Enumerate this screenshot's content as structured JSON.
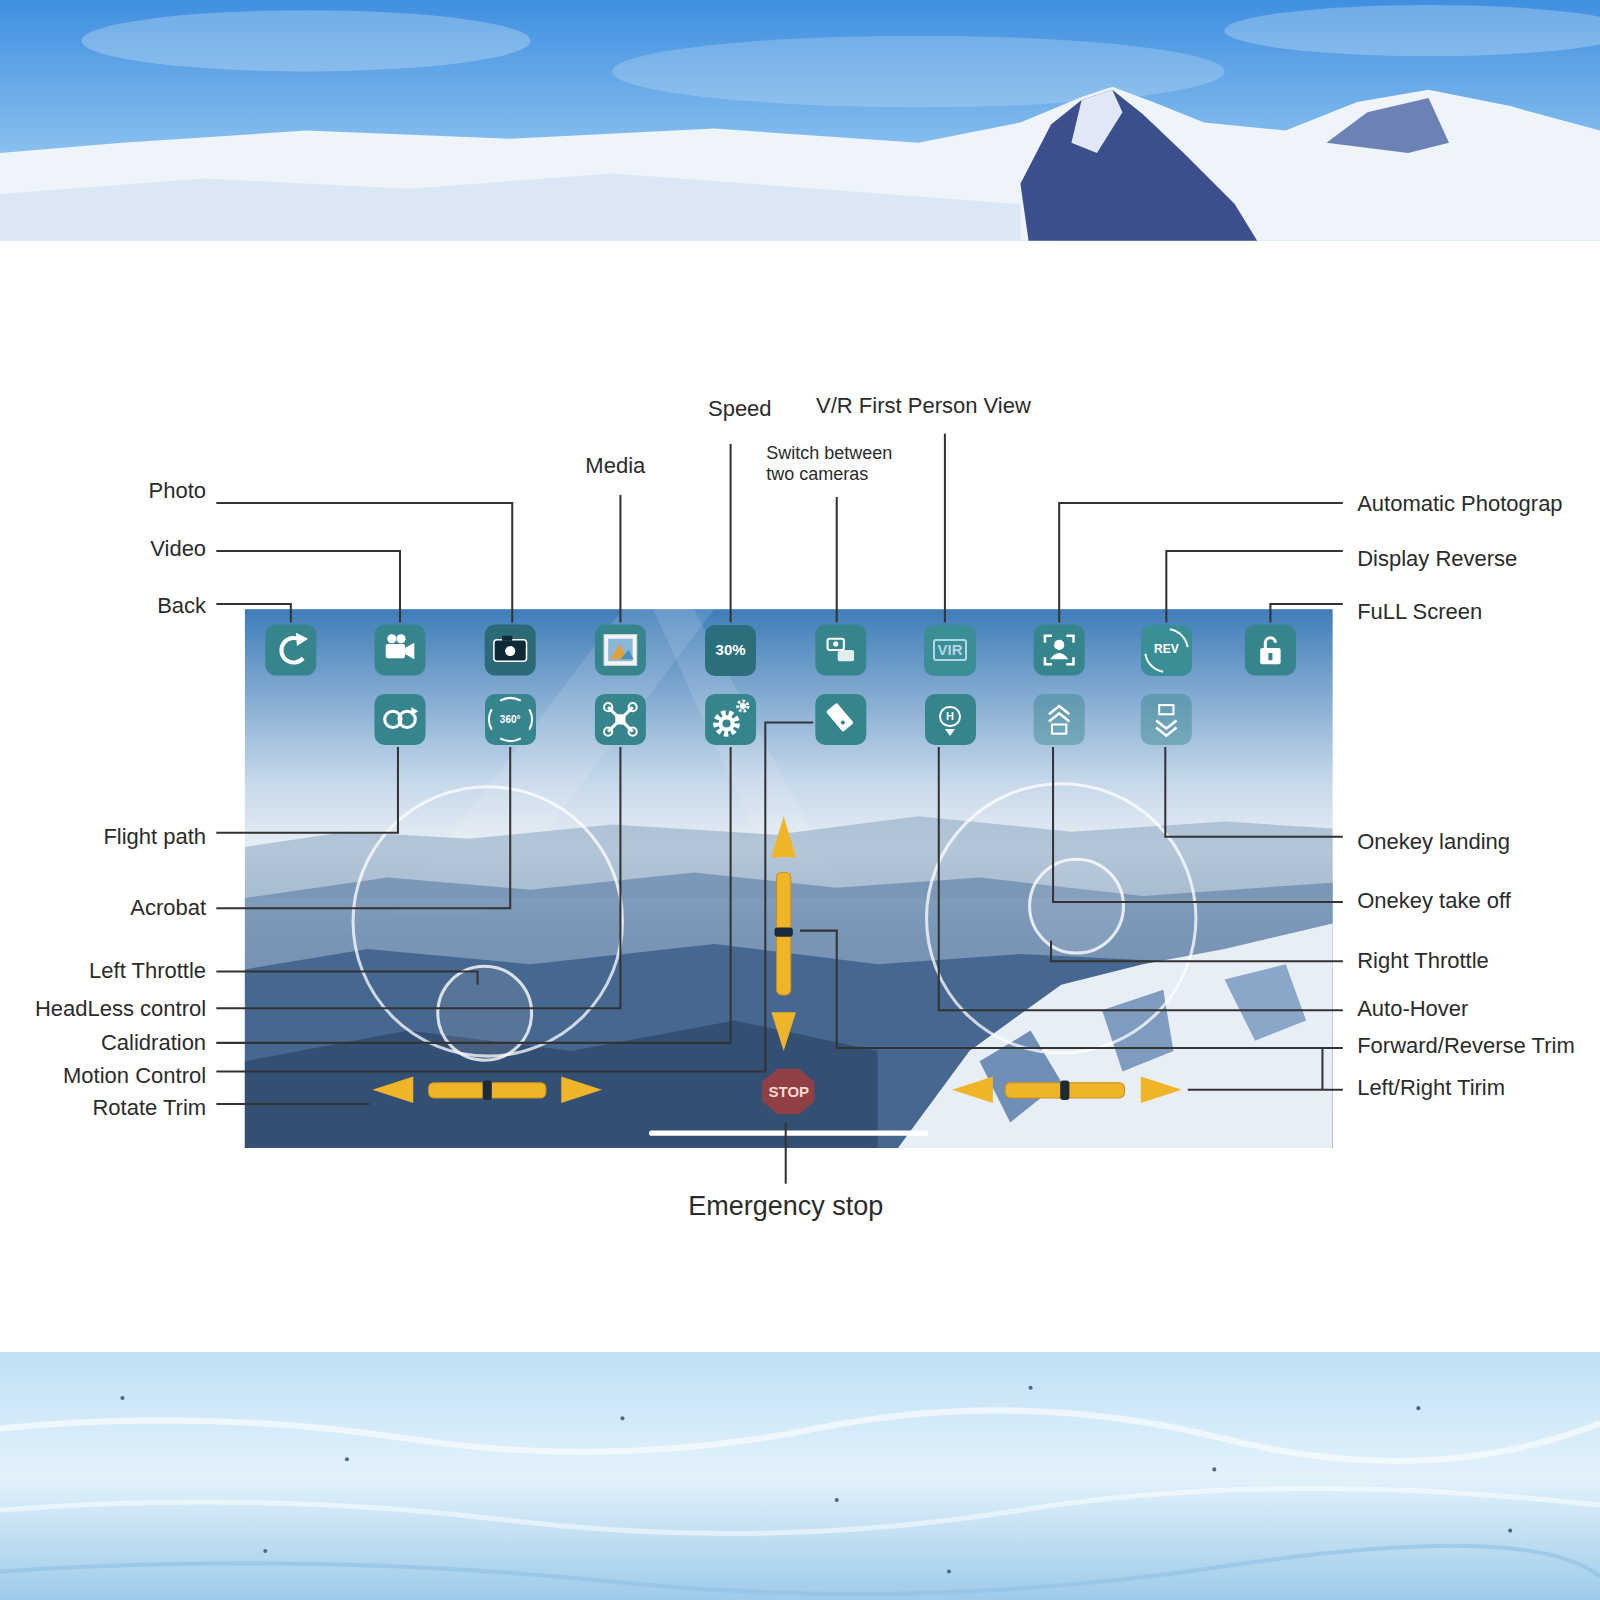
{
  "diagram": {
    "nodes": [
      {
        "text": [
          "30%"
        ]
      },
      {
        "text": [
          "VIR"
        ]
      },
      {
        "text": [
          "REV"
        ]
      },
      {
        "text": [
          "360°"
        ]
      },
      {
        "text": [
          "H"
        ]
      },
      {
        "text": [
          "STOP"
        ]
      }
    ],
    "labels": [
      "Photo",
      "Video",
      "Back",
      "Media",
      "Speed",
      "V/R First Person View",
      "Switch between two cameras",
      "Automatic Photograp",
      "Display Reverse",
      "FuLL Screen",
      "Flight path",
      "Acrobat",
      "Left Throttle",
      "HeadLess control",
      "Calidration",
      "Motion Control",
      "Rotate Trim",
      "Onekey landing",
      "Onekey take off",
      "Right Throttle",
      "Auto-Hover",
      "Forward/Reverse Trim",
      "Left/Right Tirim",
      "Emergency stop"
    ]
  }
}
